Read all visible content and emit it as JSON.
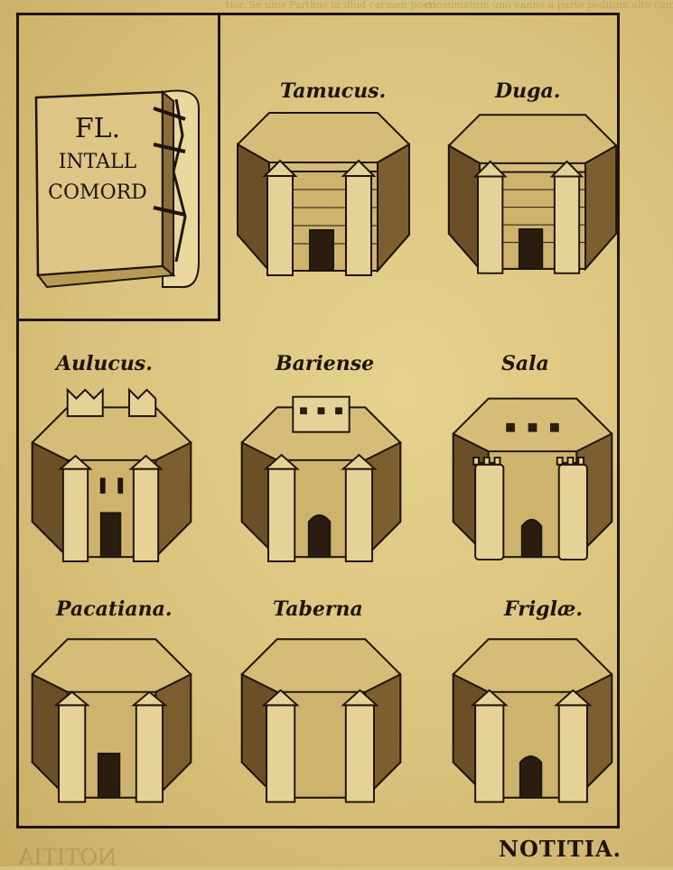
{
  "top_text_left": "tior. Se uius Parthus in illud carmen poeti",
  "top_text_right": "consumatum uno eanno a parte peditum alto came",
  "book": {
    "lines": [
      "FL.",
      "INTALL",
      "COMORD"
    ]
  },
  "forts": [
    {
      "id": "tamucus",
      "label": "Tamucus."
    },
    {
      "id": "duga",
      "label": "Duga."
    },
    {
      "id": "aulucus",
      "label": "Aulucus."
    },
    {
      "id": "bariense",
      "label": "Bariense"
    },
    {
      "id": "sala",
      "label": "Sala"
    },
    {
      "id": "pacatiana",
      "label": "Pacatiana."
    },
    {
      "id": "taberna",
      "label": "Taberna"
    },
    {
      "id": "friglae",
      "label": "Friglæ."
    }
  ],
  "catchword": "NOTITIA.",
  "reverse_bleed": "NOTITIA",
  "colors": {
    "paper": "#d9c27c",
    "ink": "#1e150c"
  }
}
